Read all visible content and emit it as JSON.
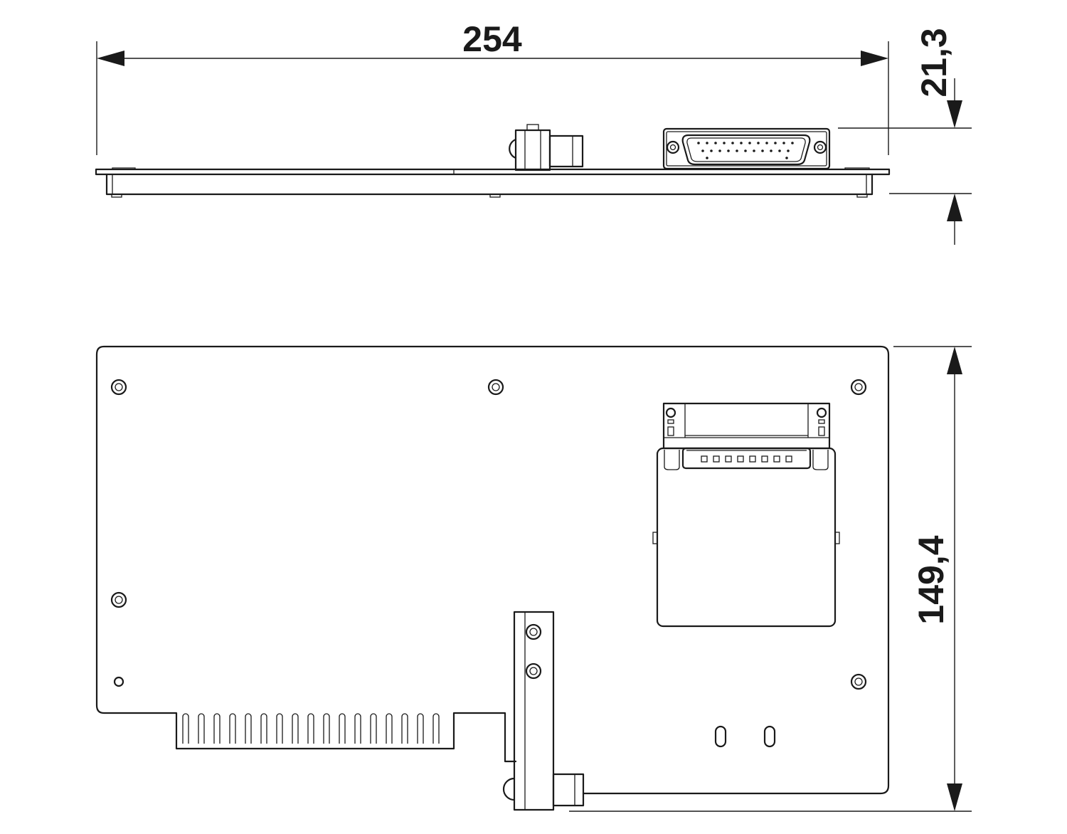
{
  "dimensions": {
    "width": "254",
    "height": "21,3",
    "depth": "149,4"
  },
  "colors": {
    "line": "#1a1a1a",
    "background": "#ffffff"
  }
}
